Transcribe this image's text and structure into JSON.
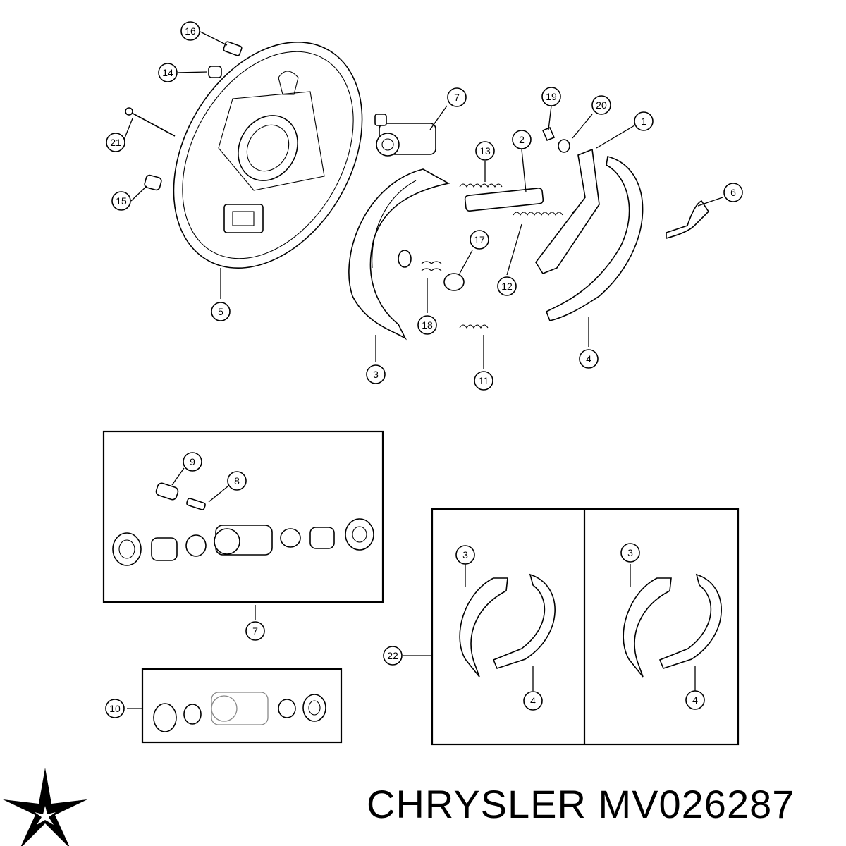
{
  "brand": {
    "name": "CHRYSLER",
    "part_number": "MV026287"
  },
  "callouts": {
    "c1": "1",
    "c2": "2",
    "c3": "3",
    "c4": "4",
    "c5": "5",
    "c6": "6",
    "c7": "7",
    "c11": "11",
    "c12": "12",
    "c13": "13",
    "c14": "14",
    "c15": "15",
    "c16": "16",
    "c17": "17",
    "c18": "18",
    "c19": "19",
    "c20": "20",
    "c21": "21",
    "k7_9": "9",
    "k7_8": "8",
    "k7_7": "7",
    "k10_10": "10",
    "k22_3a": "3",
    "k22_4a": "4",
    "k22_3b": "3",
    "k22_4b": "4",
    "k22_22": "22"
  },
  "icons": {
    "logo": "pentastar-logo-icon"
  }
}
